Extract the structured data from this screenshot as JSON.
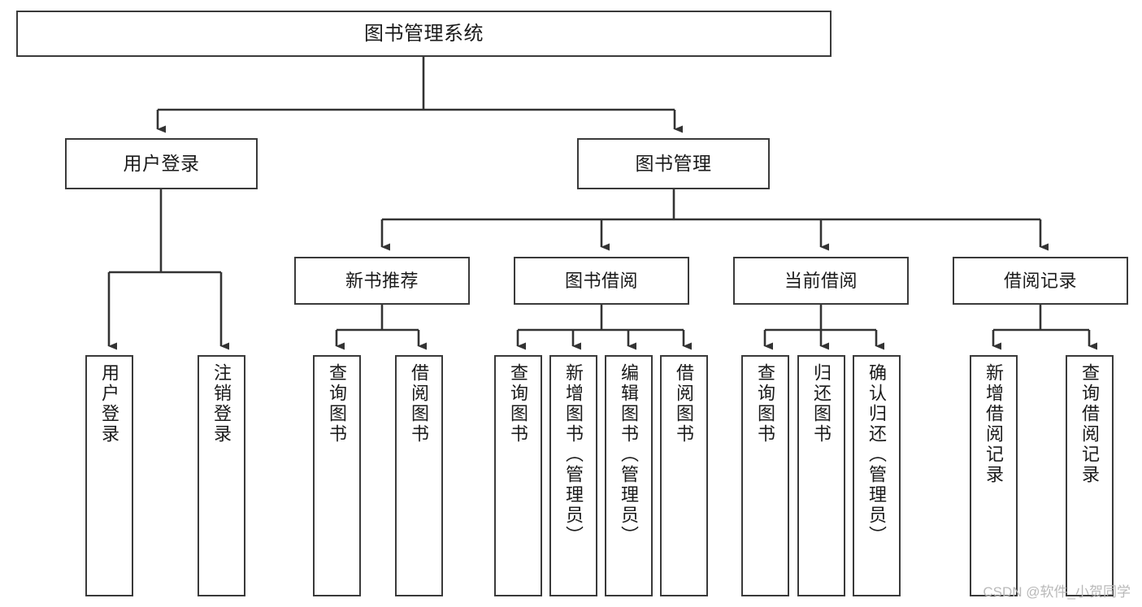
{
  "diagram": {
    "title": "图书管理系统",
    "type": "hierarchy-tree",
    "root": {
      "label": "图书管理系统"
    },
    "level2": [
      {
        "label": "用户登录"
      },
      {
        "label": "图书管理"
      }
    ],
    "level3": [
      {
        "label": "新书推荐"
      },
      {
        "label": "图书借阅"
      },
      {
        "label": "当前借阅"
      },
      {
        "label": "借阅记录"
      }
    ],
    "leaves": {
      "user_login": [
        {
          "label": "用户登录"
        },
        {
          "label": "注销登录"
        }
      ],
      "new_book": [
        {
          "label": "查询图书"
        },
        {
          "label": "借阅图书"
        }
      ],
      "book_borrow": [
        {
          "label": "查询图书"
        },
        {
          "label": "新增图书（管理员）"
        },
        {
          "label": "编辑图书（管理员）"
        },
        {
          "label": "借阅图书"
        }
      ],
      "current_borrow": [
        {
          "label": "查询图书"
        },
        {
          "label": "归还图书"
        },
        {
          "label": "确认归还（管理员）"
        }
      ],
      "borrow_record": [
        {
          "label": "新增借阅记录"
        },
        {
          "label": "查询借阅记录"
        }
      ]
    }
  },
  "watermark": {
    "text": "CSDN @软件_小贺同学"
  },
  "colors": {
    "border": "#3a3a3a",
    "line": "#333333",
    "text": "#1a1a1a",
    "background": "#ffffff",
    "watermark": "#b9b9b9"
  }
}
